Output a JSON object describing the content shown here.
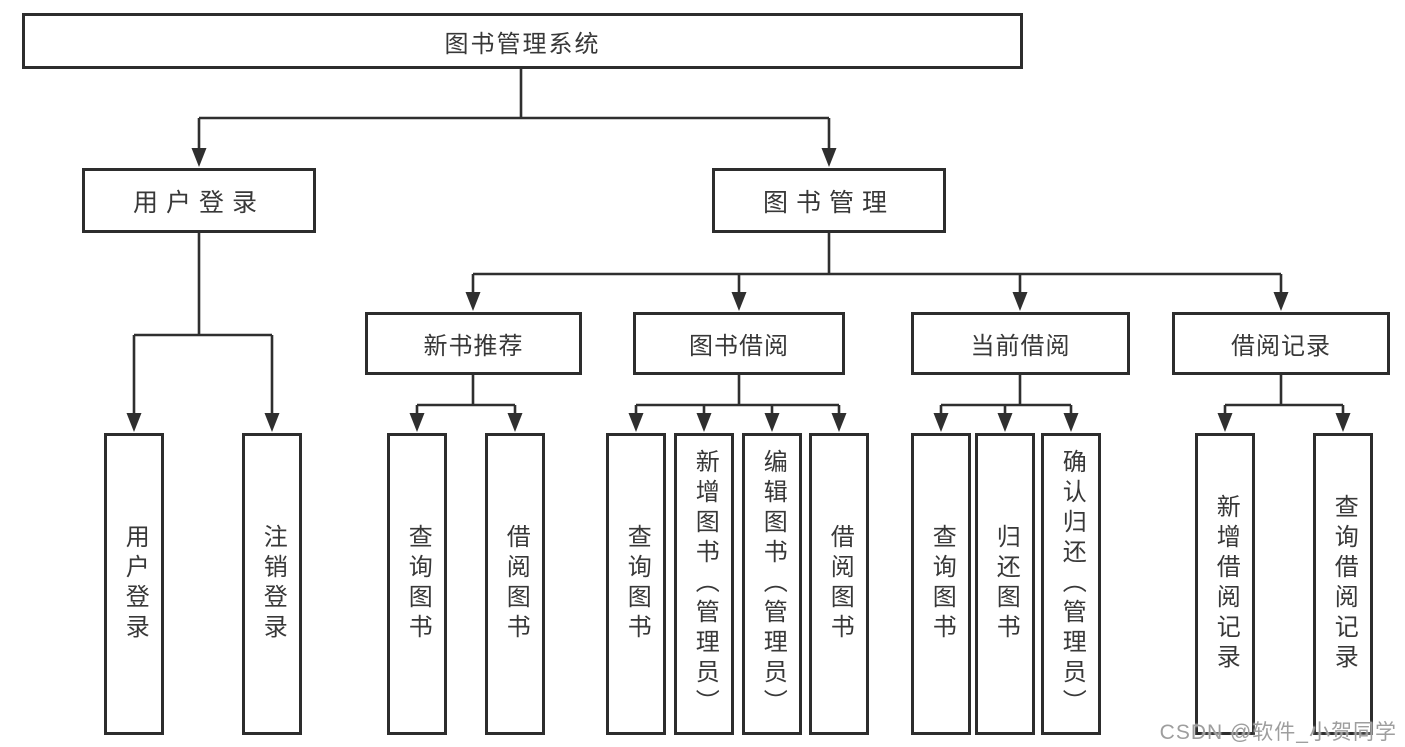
{
  "diagram": {
    "root": {
      "label": "图书管理系统"
    },
    "level2": [
      {
        "label": "用户登录"
      },
      {
        "label": "图书管理"
      }
    ],
    "level3": [
      {
        "label": "新书推荐"
      },
      {
        "label": "图书借阅"
      },
      {
        "label": "当前借阅"
      },
      {
        "label": "借阅记录"
      }
    ],
    "leaves": [
      {
        "label": "用户登录"
      },
      {
        "label": "注销登录"
      },
      {
        "label": "查询图书"
      },
      {
        "label": "借阅图书"
      },
      {
        "label": "查询图书"
      },
      {
        "label": "新增图书（管理员）"
      },
      {
        "label": "编辑图书（管理员）"
      },
      {
        "label": "借阅图书"
      },
      {
        "label": "查询图书"
      },
      {
        "label": "归还图书"
      },
      {
        "label": "确认归还（管理员）"
      },
      {
        "label": "新增借阅记录"
      },
      {
        "label": "查询借阅记录"
      }
    ]
  },
  "watermark": {
    "text": "CSDN @软件_小贺同学"
  },
  "colors": {
    "line": "#2f2f2f",
    "box_border": "#2d2d2d",
    "box_fill": "#ffffff",
    "text": "#383838",
    "watermark": "#9e9e9e",
    "background": "#ffffff"
  }
}
